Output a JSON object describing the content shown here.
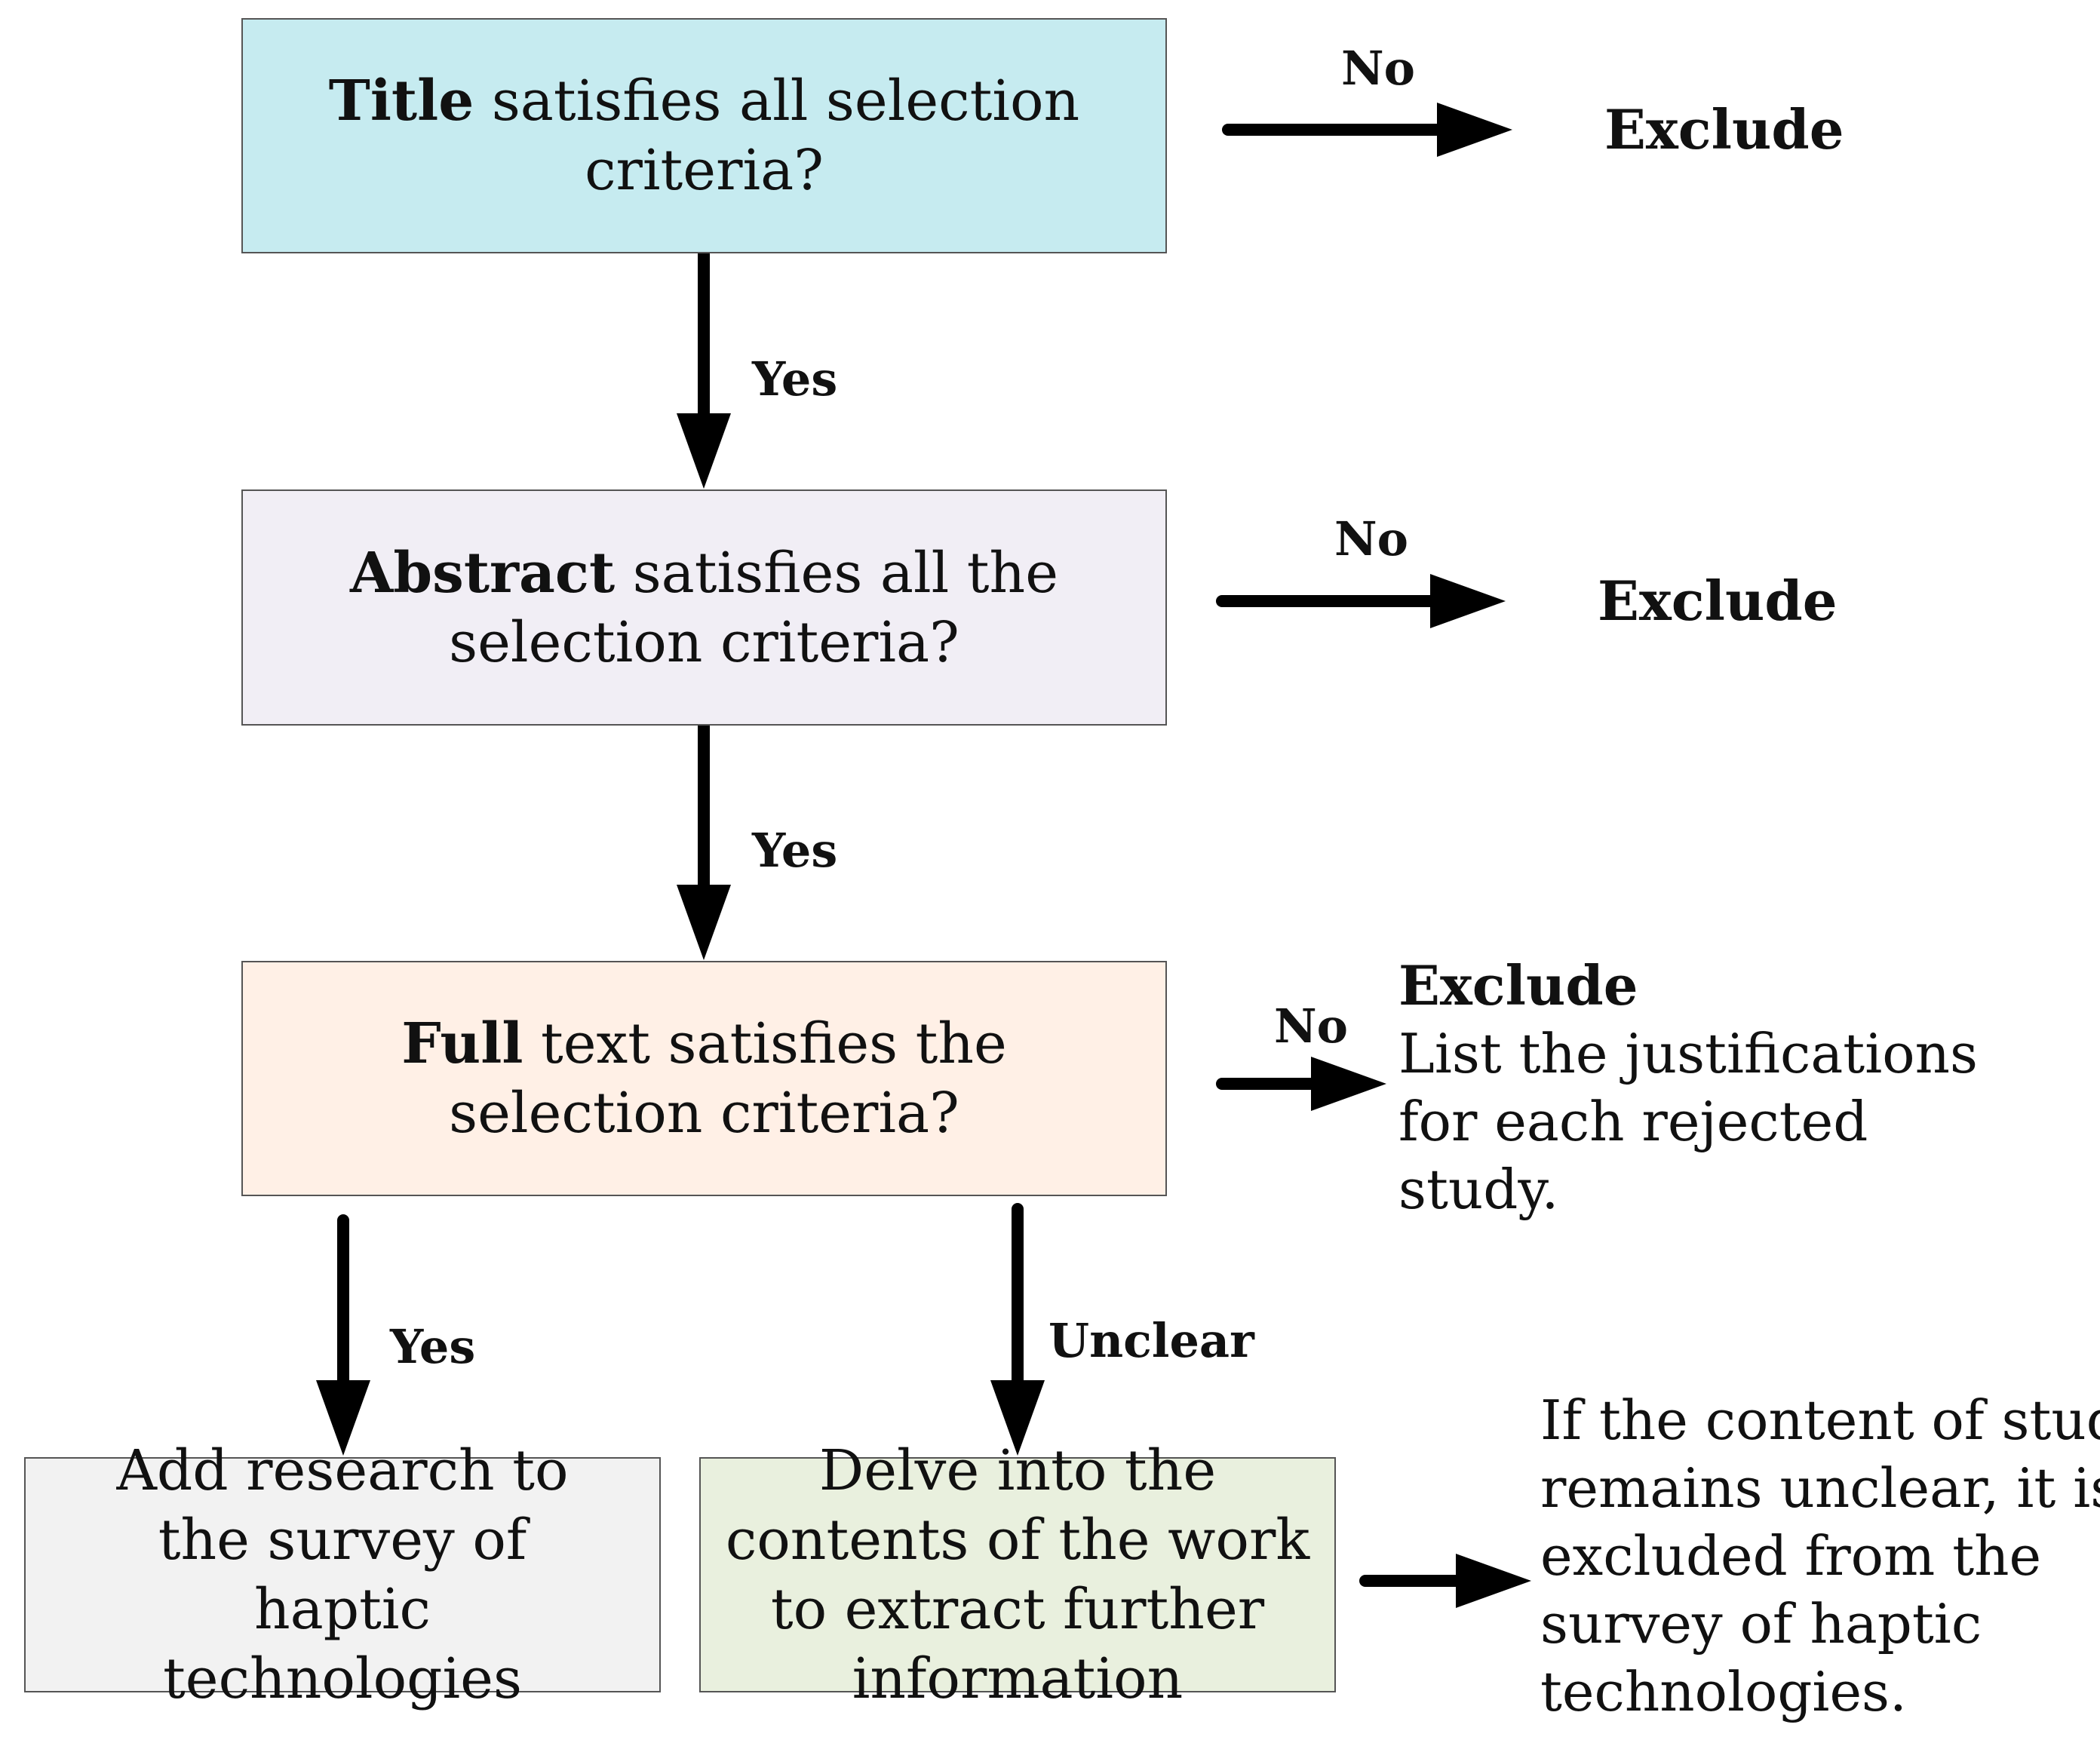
{
  "colors": {
    "title_box": "#c6ebf0",
    "abstract_box": "#f1eef5",
    "fulltext_box": "#fff0e6",
    "add_box": "#f2f2f2",
    "delve_box": "#e9f0de",
    "arrow": "#000000",
    "border": "#555555"
  },
  "nodes": {
    "title": {
      "bold": "Title",
      "rest": " satisfies all selection criteria?"
    },
    "abstract": {
      "bold": "Abstract",
      "rest": " satisfies all the selection criteria?"
    },
    "fulltext": {
      "bold": "Full",
      "rest": " text satisfies the selection criteria?"
    },
    "add": {
      "text": "Add research to the survey of haptic technologies"
    },
    "delve": {
      "text": "Delve into the contents of the work to extract further information"
    }
  },
  "edge_labels": {
    "title_no": "No",
    "title_yes": "Yes",
    "abstract_no": "No",
    "abstract_yes": "Yes",
    "fulltext_no": "No",
    "fulltext_yes": "Yes",
    "fulltext_unclear": "Unclear"
  },
  "outcomes": {
    "exclude_1": "Exclude",
    "exclude_2": "Exclude",
    "exclude_3": "Exclude",
    "justification_line1": "List the justifications",
    "justification_line2": "for each rejected",
    "justification_line3": "study.",
    "unclear_line1": "If the content of study",
    "unclear_line2": "remains unclear, it is",
    "unclear_line3": "excluded from the",
    "unclear_line4": "survey of haptic",
    "unclear_line5": "technologies."
  }
}
